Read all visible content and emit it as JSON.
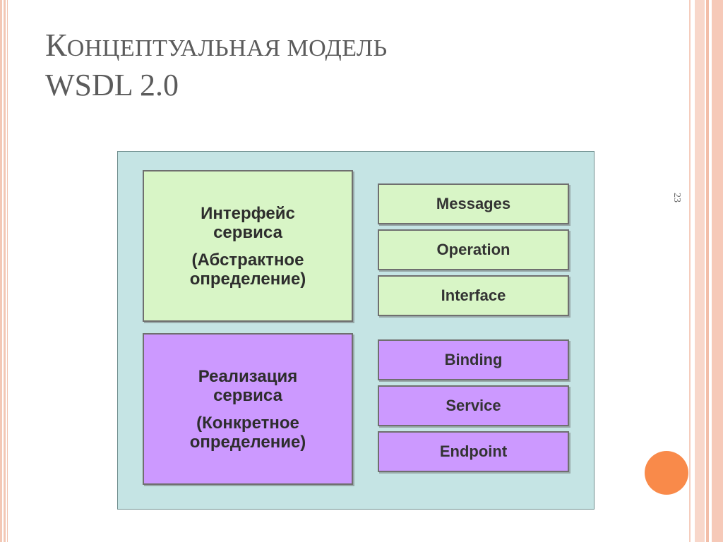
{
  "slide": {
    "title_line1_cap": "К",
    "title_line1_rest": "ОНЦЕПТУАЛЬНАЯ МОДЕЛЬ",
    "title_line2": "WSDL 2.0",
    "number": "23"
  },
  "diagram": {
    "abstract": {
      "line1": "Интерфейс",
      "line2": "сервиса",
      "line3": "(Абстрактное",
      "line4": "определение)"
    },
    "concrete": {
      "line1": "Реализация",
      "line2": "сервиса",
      "line3": "(Конкретное",
      "line4": "определение)"
    },
    "abstract_items": [
      "Messages",
      "Operation",
      "Interface"
    ],
    "concrete_items": [
      "Binding",
      "Service",
      "Endpoint"
    ]
  },
  "colors": {
    "diagram_bg": "#c5e4e4",
    "abstract_fill": "#d8f5c6",
    "concrete_fill": "#cc99ff",
    "accent_dot": "#f98a4a"
  }
}
